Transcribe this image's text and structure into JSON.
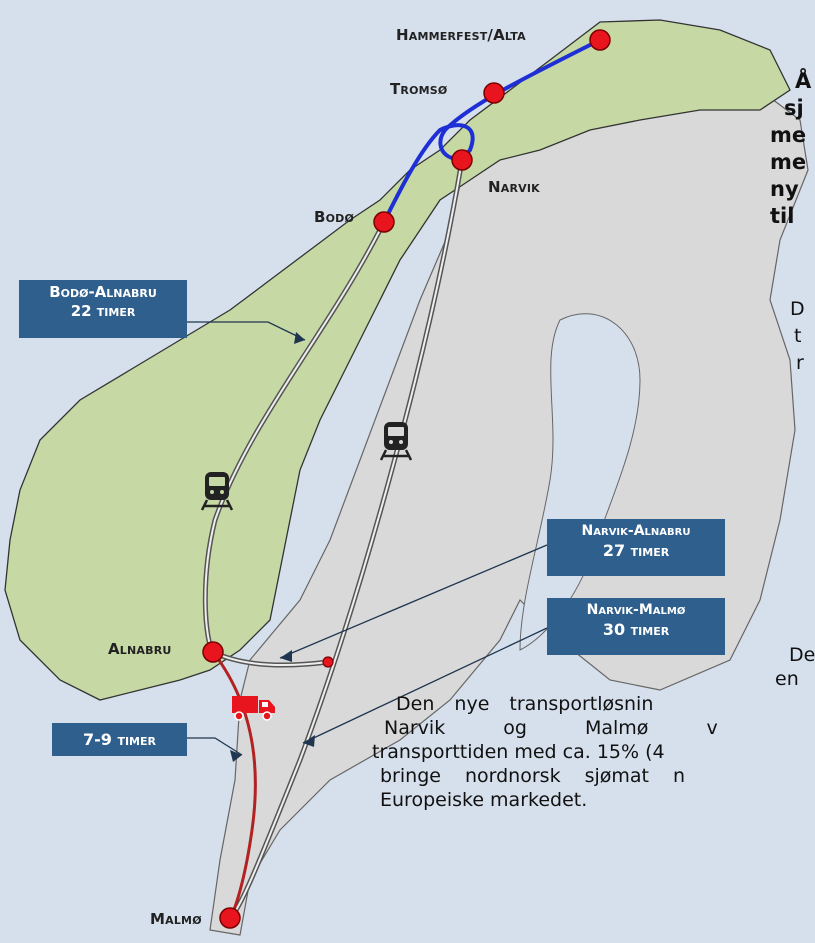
{
  "cities": {
    "hammerfest": "Hammerfest/Alta",
    "tromso": "Tromsø",
    "narvik": "Narvik",
    "bodo": "Bodø",
    "alnabru": "Alnabru",
    "malmo": "Malmø"
  },
  "routes": {
    "bodo_alnabru": {
      "name": "Bodø-Alnabru",
      "time": "22 timer"
    },
    "narvik_alnabru": {
      "name": "Narvik-Alnabru",
      "time": "27 timer"
    },
    "narvik_malmo": {
      "name": "Narvik-Malmø",
      "time": "30 timer"
    },
    "truck": {
      "time": "7-9 timer"
    }
  },
  "intro_lines": [
    "Å",
    "sj",
    "me",
    "me",
    "ny",
    "til"
  ],
  "right_lines_a": [
    "D",
    "t",
    "r"
  ],
  "right_lines_b": [
    "De",
    "en"
  ],
  "paragraph_lines": [
    "Den nye transportløsnin",
    "Narvik og Malmø v",
    "transporttiden med ca. 15% (4",
    "bringe nordnorsk sjømat n",
    "Europeiske markedet."
  ],
  "icons": [
    "train-icon",
    "train-icon",
    "truck-icon"
  ],
  "colors": {
    "sea": "#d6e0ec",
    "norway": "#c6d9a4",
    "neighbours": "#d9d9d9",
    "rail": "#555555",
    "blue_route": "#1f2fd6",
    "truck_route": "#b22222",
    "node": "#e8141e",
    "box": "#2f5f8d"
  }
}
